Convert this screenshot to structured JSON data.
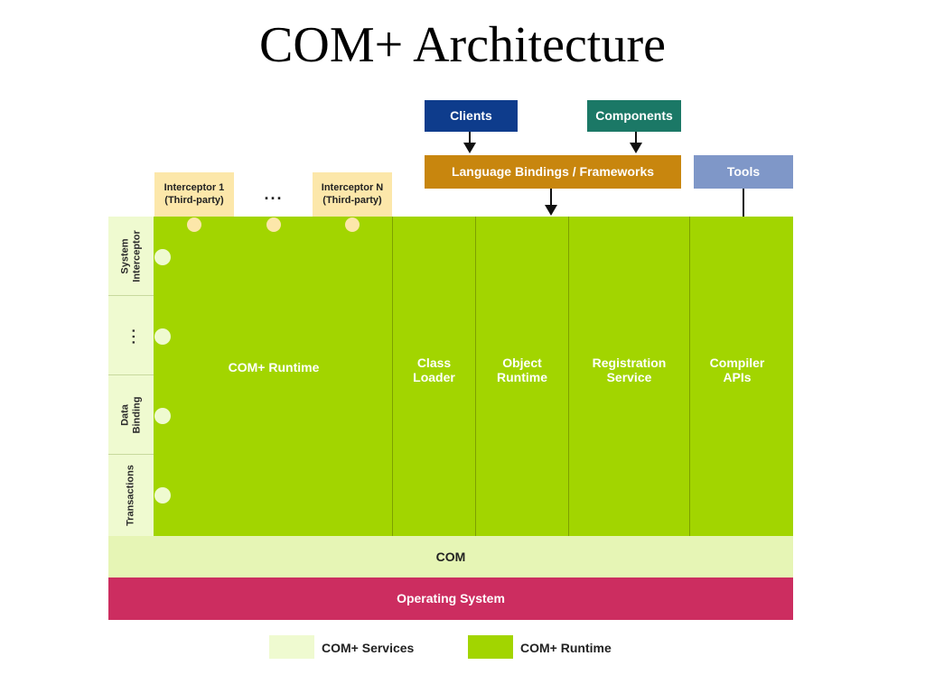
{
  "title": "COM+ Architecture",
  "top_boxes": {
    "clients": "Clients",
    "components": "Components",
    "language_bindings": "Language Bindings / Frameworks",
    "tools": "Tools"
  },
  "interceptors": {
    "first": "Interceptor 1\n(Third-party)",
    "ellipsis": "...",
    "last": "Interceptor N\n(Third-party)"
  },
  "system_services": {
    "system_interceptor": "System\nInterceptor",
    "ellipsis": "...",
    "data_binding": "Data\nBinding",
    "transactions": "Transactions"
  },
  "runtime_columns": {
    "com_plus_runtime": "COM+ Runtime",
    "class_loader": "Class\nLoader",
    "object_runtime": "Object\nRuntime",
    "registration_service": "Registration\nService",
    "compiler_apis": "Compiler\nAPIs"
  },
  "layers": {
    "com": "COM",
    "operating_system": "Operating System"
  },
  "legend": {
    "services": "COM+ Services",
    "runtime": "COM+ Runtime"
  },
  "colors": {
    "clients": "#0e3c8c",
    "components": "#1b7866",
    "language_bindings": "#c8860e",
    "tools": "#7f97c8",
    "runtime_green": "#a2d500",
    "services_pale": "#effad0",
    "interceptor_yellow": "#fce7aa",
    "com_layer": "#e6f5b5",
    "operating_system": "#cc2d60"
  }
}
